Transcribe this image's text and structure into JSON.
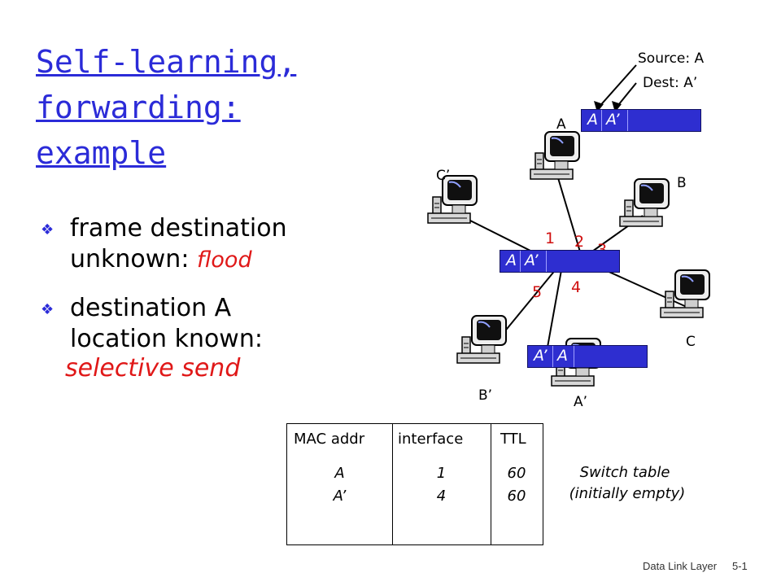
{
  "title": "Self-learning, forwarding: example",
  "bullets": {
    "b1_line1": "frame destination",
    "b1_line2_a": "unknown: ",
    "b1_line2_b": "flood",
    "b2_line1": "destination A",
    "b2_line2": "location known:",
    "b2_line3": "selective send"
  },
  "hosts": {
    "a": "A",
    "b": "B",
    "c": "C",
    "a_prime": "A’",
    "b_prime": "B’",
    "c_prime": "C’"
  },
  "interfaces": {
    "i1": "1",
    "i2": "2",
    "i3": "3",
    "i4": "4",
    "i5": "5"
  },
  "source_label": "Source: A",
  "dest_label": "Dest: A’",
  "frames": {
    "top": {
      "f1": "A",
      "f2": "A’"
    },
    "switch": {
      "f1": "A",
      "f2": "A’"
    },
    "bottom": {
      "f1": "A’",
      "f2": "A"
    }
  },
  "table": {
    "headers": {
      "mac": "MAC addr",
      "interface": "interface",
      "ttl": "TTL"
    },
    "rows": [
      {
        "mac": "A",
        "interface": "1",
        "ttl": "60"
      },
      {
        "mac": "A’",
        "interface": "4",
        "ttl": "60"
      }
    ]
  },
  "table_note": {
    "line1": "Switch table",
    "line2": "(initially empty)"
  },
  "footer": {
    "left": "Data Link Layer",
    "right": "5-1"
  },
  "colors": {
    "title": "#2b2bd8",
    "frame": "#2e2ed0",
    "interface": "#d01010",
    "highlight": "#e01818"
  }
}
